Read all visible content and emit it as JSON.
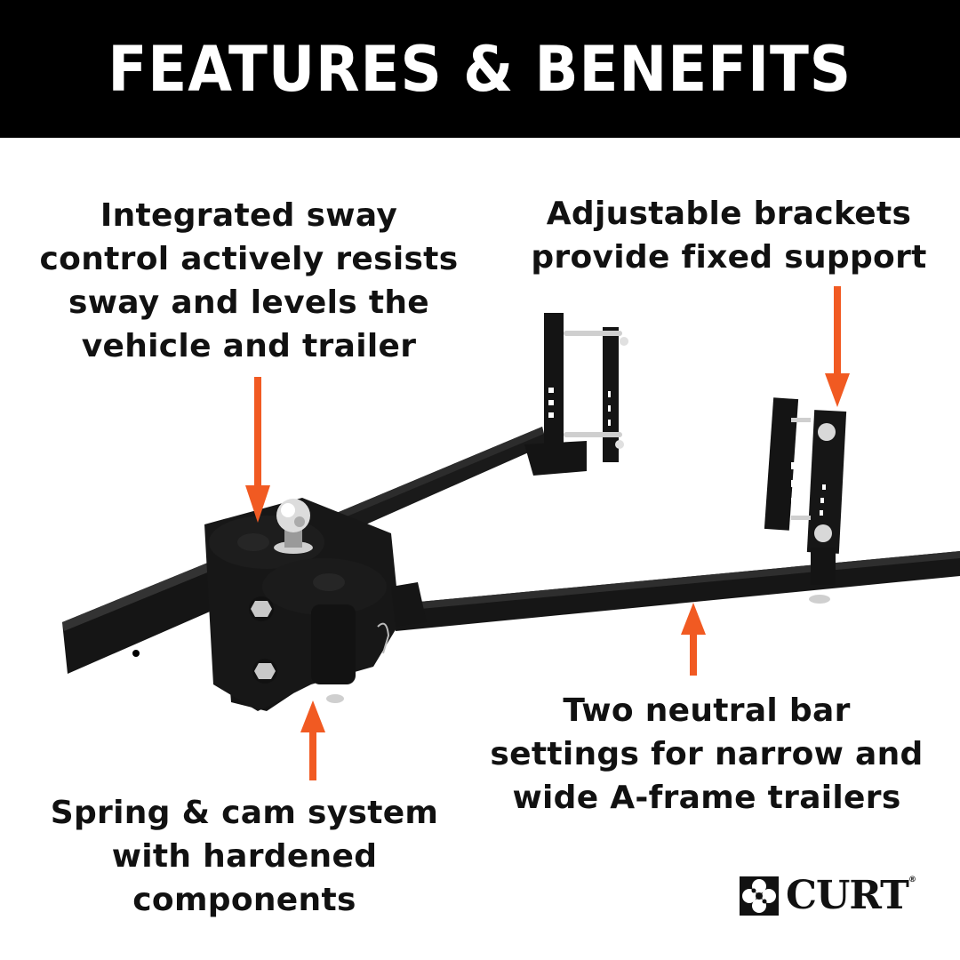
{
  "banner": {
    "title": "FEATURES & BENEFITS"
  },
  "callouts": {
    "sway_control": {
      "lines": [
        "Integrated sway",
        "control actively resists",
        "sway and levels the",
        "vehicle and trailer"
      ]
    },
    "brackets": {
      "lines": [
        "Adjustable brackets",
        "provide fixed support"
      ]
    },
    "spring_cam": {
      "lines": [
        "Spring & cam system",
        "with hardened",
        "components"
      ]
    },
    "neutral_bar": {
      "lines": [
        "Two neutral bar",
        "settings for narrow and",
        "wide A-frame trailers"
      ]
    }
  },
  "colors": {
    "banner_bg": "#000000",
    "banner_text": "#ffffff",
    "arrow": "#f15a22",
    "product": "#141414",
    "chrome": "#d9d9d9"
  },
  "product": {
    "image_icon": "weight-distribution-hitch-illustration"
  },
  "logo": {
    "text": "CURT",
    "registered": "®",
    "icon": "curt-logo-icon"
  }
}
